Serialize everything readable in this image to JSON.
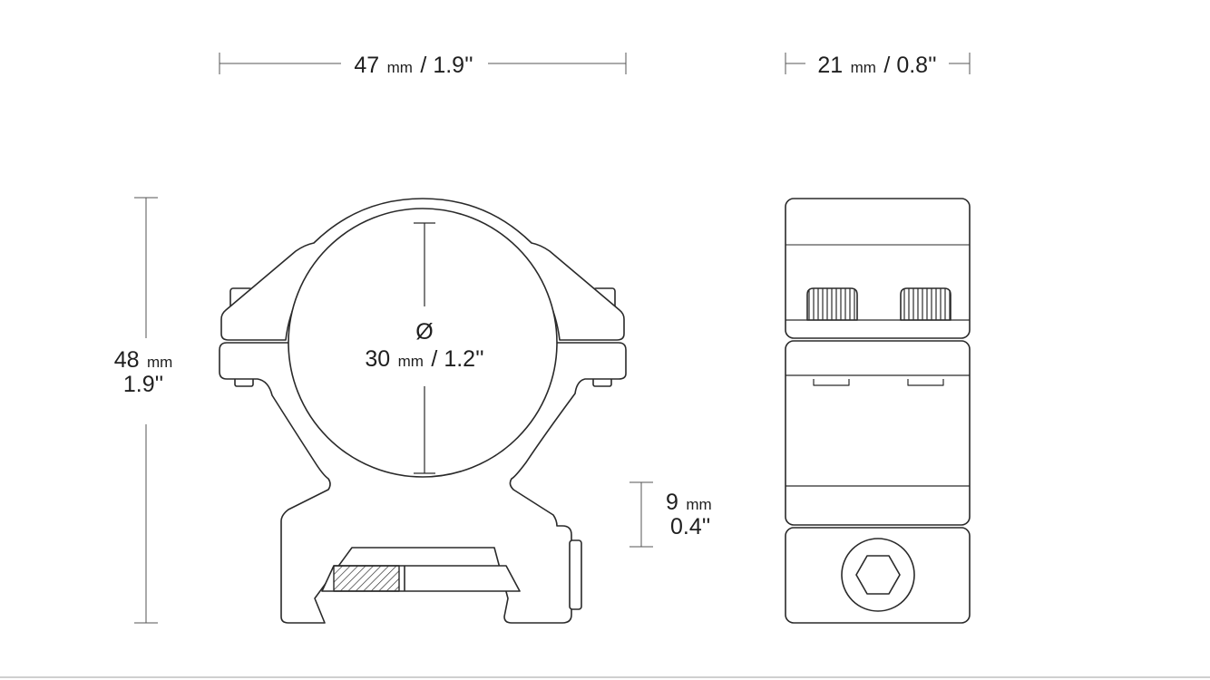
{
  "dimensions": {
    "width": {
      "value": "47",
      "unit": "mm",
      "imperial": "/ 1.9''"
    },
    "depth": {
      "value": "21",
      "unit": "mm",
      "imperial": "/ 0.8''"
    },
    "height": {
      "value": "48",
      "unit": "mm",
      "imperial": "1.9''"
    },
    "tube_diameter": {
      "symbol": "Ø",
      "value": "30",
      "unit": "mm",
      "imperial": "/ 1.2''"
    },
    "center_height": {
      "value": "9",
      "unit": "mm",
      "imperial": "0.4''"
    }
  },
  "colors": {
    "line": "#2a2a2a",
    "dimension_line": "#555555",
    "background": "#ffffff"
  }
}
